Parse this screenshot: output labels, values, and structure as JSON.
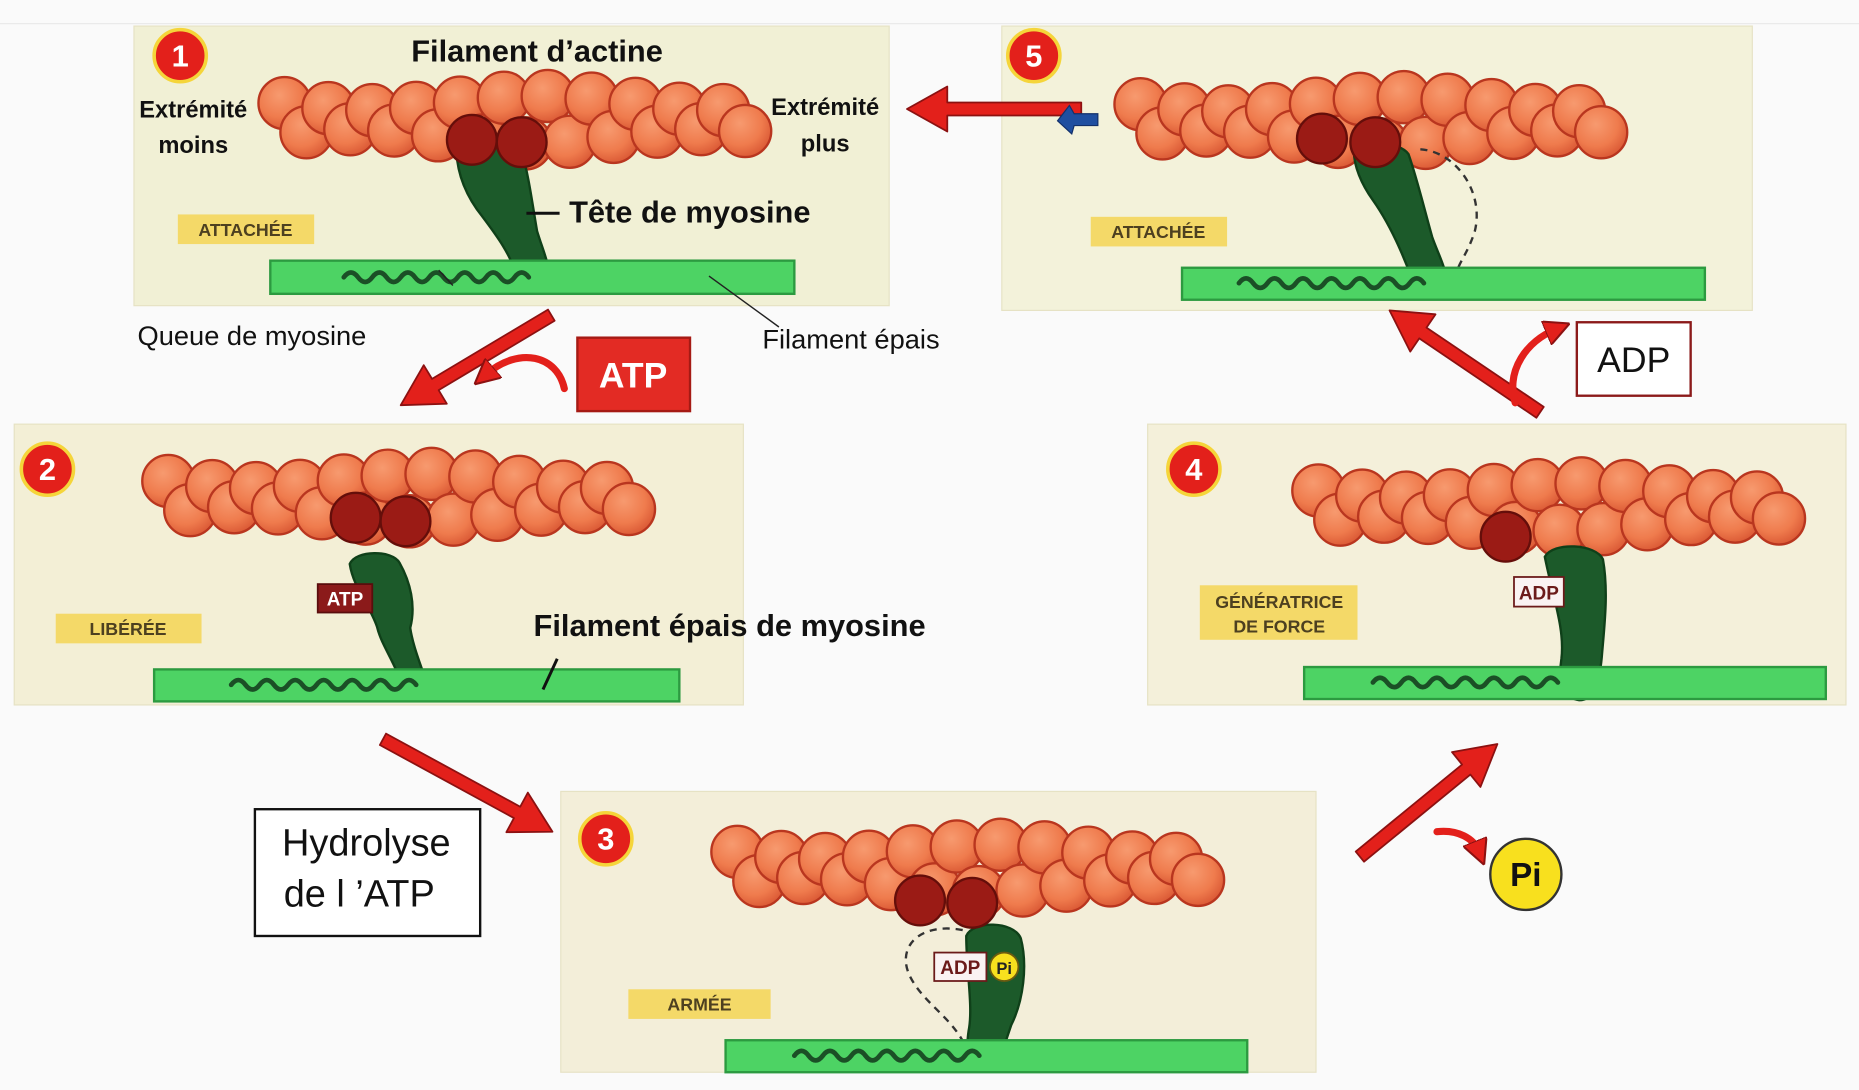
{
  "panels": [
    {
      "number": "1",
      "state": "ATTACHÉE"
    },
    {
      "number": "2",
      "state": "LIBÉRÉE",
      "head_label": "ATP"
    },
    {
      "number": "3",
      "state": "ARMÉE",
      "head_label": "ADP",
      "head_label_pi": "Pi"
    },
    {
      "number": "4",
      "state_line1": "GÉNÉRATRICE",
      "state_line2": "DE FORCE",
      "head_label": "ADP"
    },
    {
      "number": "5",
      "state": "ATTACHÉE"
    }
  ],
  "labels": {
    "actin_filament": "Filament d’actine",
    "minus_end_line1": "Extrémité",
    "minus_end_line2": "moins",
    "plus_end_line1": "Extrémité",
    "plus_end_line2": "plus",
    "myosin_head": "Tête de myosine",
    "myosin_tail": "Queue de myosine",
    "thick_filament": "Filament épais",
    "thick_myosin_filament": "Filament épais de myosine"
  },
  "transitions": {
    "atp_in": "ATP",
    "hydrolysis_line1": "Hydrolyse",
    "hydrolysis_line2": "de l ’ATP",
    "pi_out": "Pi",
    "adp_out": "ADP"
  },
  "colors": {
    "background": "#fafafa",
    "panel": "#f3f1d6",
    "actin": "#ef7b4d",
    "actin_outline": "#b9361f",
    "binding_site": "#9b1b15",
    "myosin": "#1c5a2a",
    "thick_filament": "#4dd364",
    "arrow": "#e3201b",
    "state_box": "#f4d968",
    "badge": "#e3201b",
    "pi": "#f8e01e"
  }
}
